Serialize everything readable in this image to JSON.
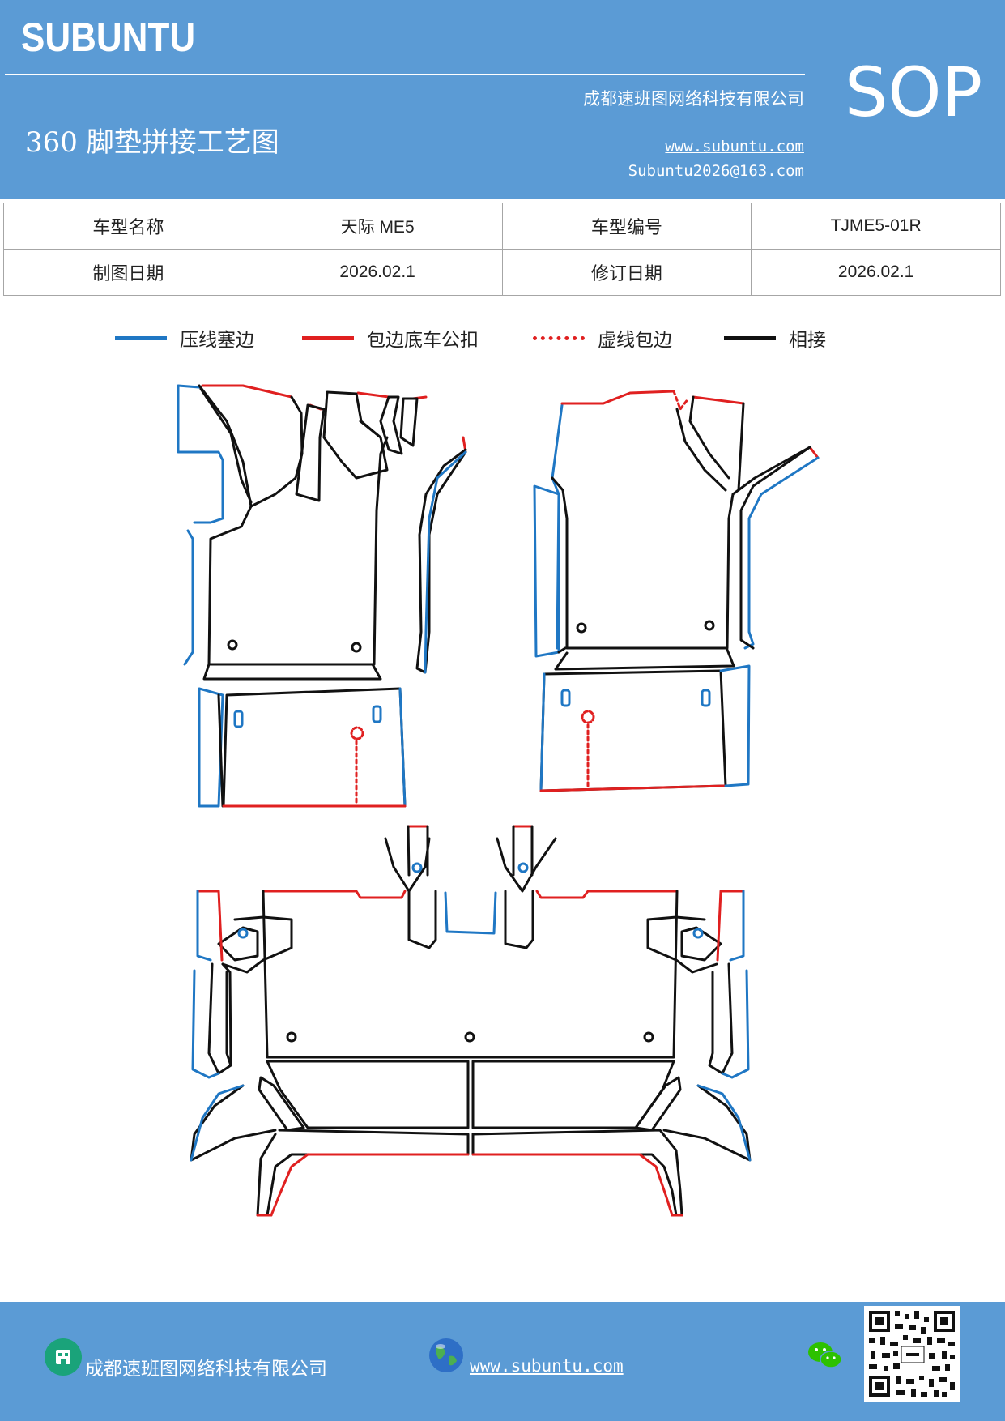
{
  "header": {
    "brand": "SUBUNTU",
    "company": "成都速班图网络科技有限公司",
    "title": "360 脚垫拼接工艺图",
    "website": "www.subuntu.com",
    "email": "Subuntu2026@163.com",
    "badge": "SOP"
  },
  "info_table": {
    "row1": [
      "车型名称",
      "天际 ME5",
      "车型编号",
      "TJME5-01R"
    ],
    "row2": [
      "制图日期",
      "2026.02.1",
      "修订日期",
      "2026.02.1"
    ]
  },
  "legend": [
    {
      "label": "压线塞边",
      "color": "#1f77c4",
      "style": "solid"
    },
    {
      "label": "包边底车公扣",
      "color": "#e02020",
      "style": "solid"
    },
    {
      "label": "虚线包边",
      "color": "#e02020",
      "style": "dotted"
    },
    {
      "label": "相接",
      "color": "#111111",
      "style": "solid"
    }
  ],
  "footer": {
    "company": "成都速班图网络科技有限公司",
    "website": "www.subuntu.com"
  },
  "icons": {
    "footer_logo": "building-icon",
    "footer_globe": "globe-icon",
    "footer_wechat": "wechat-icon",
    "qr": "qr-code"
  },
  "colors": {
    "header_bg": "#5b9bd5",
    "blue_line": "#1f77c4",
    "red_line": "#e02020",
    "black_line": "#111111"
  }
}
